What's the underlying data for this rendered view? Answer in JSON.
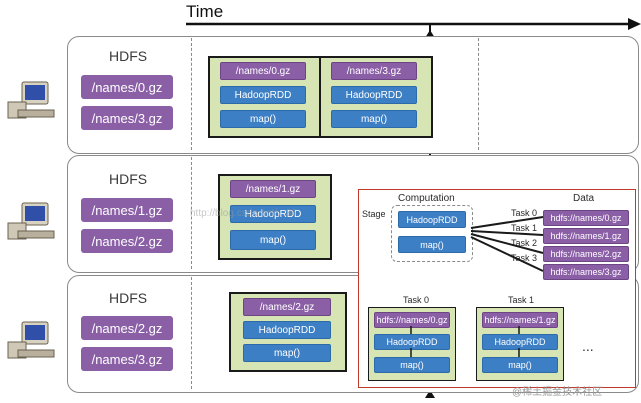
{
  "time_label": "Time",
  "rows": [
    {
      "hdfs": "HDFS",
      "files": [
        "/names/0.gz",
        "/names/3.gz"
      ],
      "stages": [
        {
          "file": "/names/0.gz",
          "rdd": "HadoopRDD",
          "map": "map()"
        },
        {
          "file": "/names/3.gz",
          "rdd": "HadoopRDD",
          "map": "map()"
        }
      ]
    },
    {
      "hdfs": "HDFS",
      "files": [
        "/names/1.gz",
        "/names/2.gz"
      ],
      "stages": [
        {
          "file": "/names/1.gz",
          "rdd": "HadoopRDD",
          "map": "map()"
        }
      ]
    },
    {
      "hdfs": "HDFS",
      "files": [
        "/names/2.gz",
        "/names/3.gz"
      ],
      "stages": [
        {
          "file": "/names/2.gz",
          "rdd": "HadoopRDD",
          "map": "map()"
        }
      ]
    }
  ],
  "detail": {
    "computation_label": "Computation",
    "data_label": "Data",
    "stage_label": "Stage",
    "stage_rdd": "HadoopRDD",
    "stage_map": "map()",
    "tasks": [
      {
        "label": "Task 0",
        "data": "hdfs://names/0.gz"
      },
      {
        "label": "Task 1",
        "data": "hdfs://names/1.gz"
      },
      {
        "label": "Task 2",
        "data": "hdfs://names/2.gz"
      },
      {
        "label": "Task 3",
        "data": "hdfs://names/3.gz"
      }
    ],
    "task_boxes": [
      {
        "label": "Task 0",
        "file": "hdfs://names/0.gz",
        "rdd": "HadoopRDD",
        "map": "map()"
      },
      {
        "label": "Task 1",
        "file": "hdfs://names/1.gz",
        "rdd": "HadoopRDD",
        "map": "map()"
      }
    ],
    "ellipsis": "..."
  },
  "watermark_mid": "http://blog.csdn.net/...36",
  "watermark_corner": "@稀土掘金技术社区",
  "icons": [
    "computer-icon"
  ]
}
